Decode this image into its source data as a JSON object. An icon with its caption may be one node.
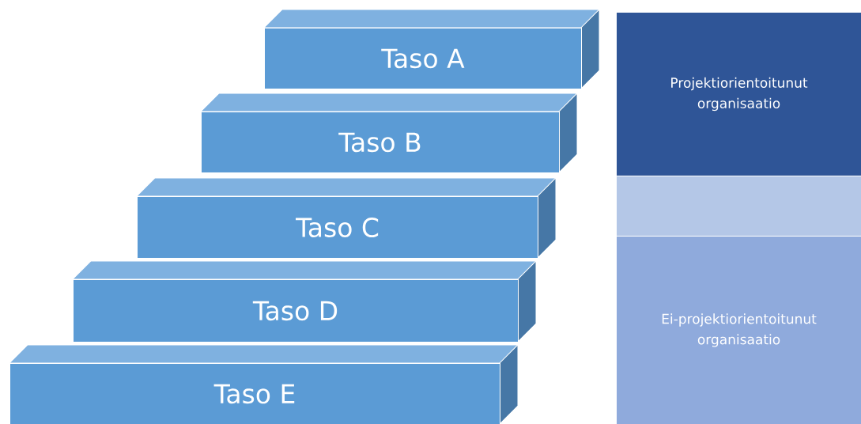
{
  "diagram": {
    "nodes": [
      {
        "text": [
          "Taso A"
        ]
      },
      {
        "text": [
          "Taso B"
        ]
      },
      {
        "text": [
          "Taso C"
        ]
      },
      {
        "text": [
          "Taso D"
        ]
      },
      {
        "text": [
          "Taso E"
        ]
      },
      {
        "text": [
          "Projektiorientoitunut organisaatio"
        ]
      },
      {
        "text": [],
        "shape": "box"
      },
      {
        "text": [
          "Ei-projektiorientoitunut organisaatio"
        ]
      }
    ]
  }
}
